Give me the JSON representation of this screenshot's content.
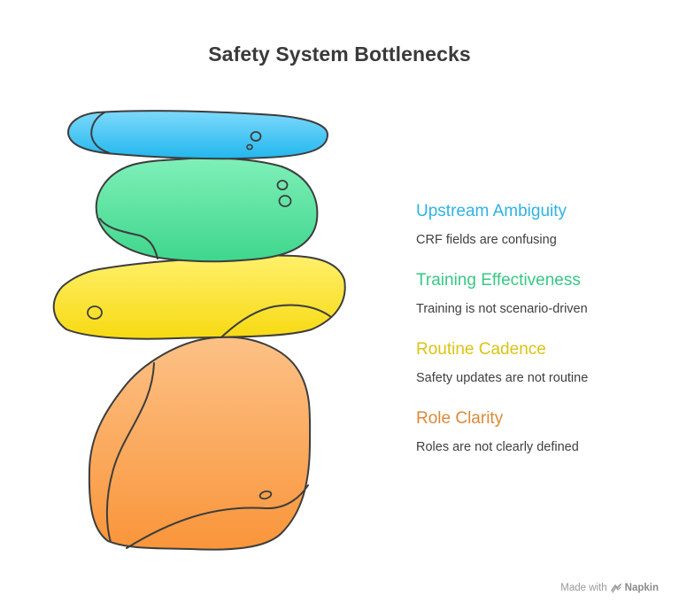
{
  "title": "Safety System Bottlenecks",
  "colors": {
    "blue": "#2fb7e8",
    "green": "#3ccd86",
    "yellow": "#e6c91a",
    "orange": "#e18b3c",
    "outline": "#3d3d3d"
  },
  "stones": [
    {
      "name": "stone-blue",
      "icon": "blue-stone-icon",
      "fill_top": "#7ed9fb",
      "fill_bottom": "#22b7ee"
    },
    {
      "name": "stone-green",
      "icon": "green-stone-icon",
      "fill_top": "#7ff0b8",
      "fill_bottom": "#3fd68d"
    },
    {
      "name": "stone-yellow",
      "icon": "yellow-stone-icon",
      "fill_top": "#fff06b",
      "fill_bottom": "#f7da12"
    },
    {
      "name": "stone-orange",
      "icon": "orange-stone-icon",
      "fill_top": "#fcc186",
      "fill_bottom": "#fa953a"
    }
  ],
  "items": [
    {
      "title": "Upstream Ambiguity",
      "desc": "CRF fields are confusing",
      "color": "#2fb2e4"
    },
    {
      "title": "Training Effectiveness",
      "desc": "Training is not scenario-driven",
      "color": "#37c884"
    },
    {
      "title": "Routine Cadence",
      "desc": "Safety updates are not routine",
      "color": "#dcc314"
    },
    {
      "title": "Role Clarity",
      "desc": "Roles are not clearly defined",
      "color": "#dd8838"
    }
  ],
  "footer": {
    "made_with": "Made with",
    "brand": "Napkin",
    "brand_icon": "napkin-logo-icon"
  }
}
